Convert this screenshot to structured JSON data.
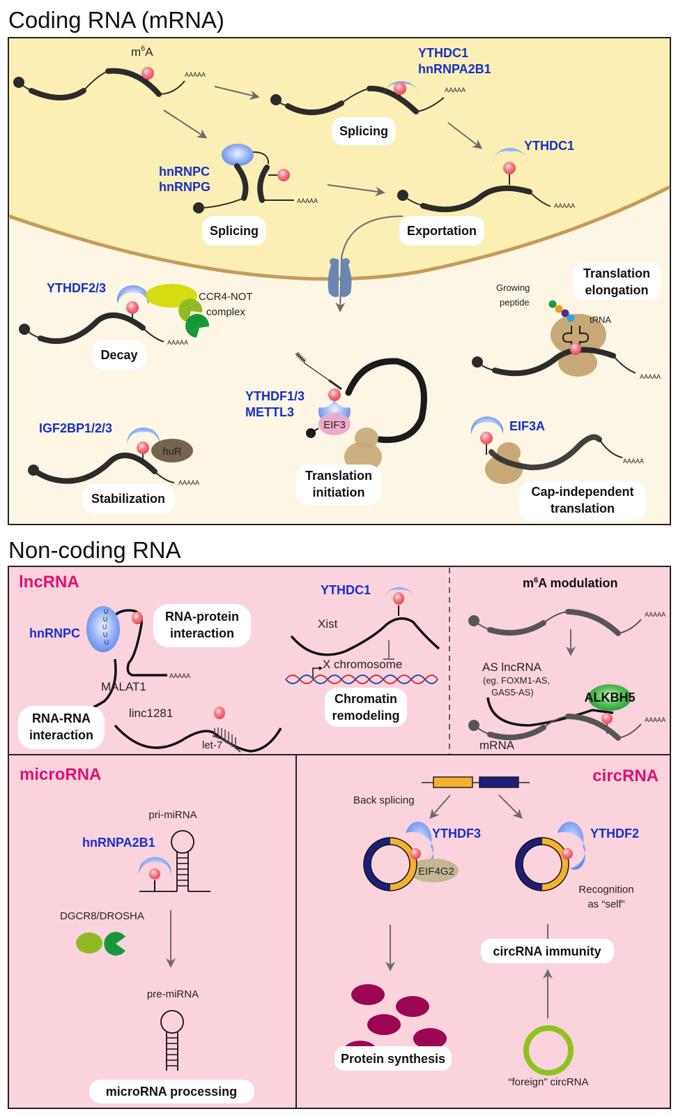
{
  "titles": {
    "coding": "Coding RNA (mRNA)",
    "noncoding": "Non-coding RNA"
  },
  "coding": {
    "m6a_label_m": "m",
    "m6a_label_sup": "6",
    "m6a_label_a": "A",
    "polyA": "AAAAA",
    "splicing1_proteins": [
      "YTHDC1",
      "hnRNPA2B1"
    ],
    "splicing1_label": "Splicing",
    "splicing2_proteins": [
      "hnRNPC",
      "hnRNPG"
    ],
    "splicing2_label": "Splicing",
    "export_protein": "YTHDC1",
    "export_label": "Exportation",
    "decay_protein": "YTHDF2/3",
    "decay_complex": [
      "CCR4-NOT",
      "complex"
    ],
    "decay_label": "Decay",
    "stab_protein": "IGF2BP1/2/3",
    "stab_partner": "huR",
    "stab_label": "Stabilization",
    "init_proteins": [
      "YTHDF1/3",
      "METTL3"
    ],
    "init_factor": "EIF3",
    "init_label": [
      "Translation",
      "initiation"
    ],
    "elong_peptide": [
      "Growing",
      "peptide"
    ],
    "elong_trna": "tRNA",
    "elong_label": [
      "Translation",
      "elongation"
    ],
    "capind_protein": "EIF3A",
    "capind_label": [
      "Cap-independent",
      "translation"
    ]
  },
  "lncrna": {
    "title": "lncRNA",
    "malat_protein": "hnRNPC",
    "malat_u": "U",
    "malat_name": "MALAT1",
    "rp_label": [
      "RNA-protein",
      "interaction"
    ],
    "xist_protein": "YTHDC1",
    "xist_name": "Xist",
    "xchrom": "X chromosome",
    "chromatin_label": [
      "Chromatin",
      "remodeling"
    ],
    "rr_label": [
      "RNA-RNA",
      "interaction"
    ],
    "linc_name": "linc1281",
    "let7": "let-7",
    "mod_title_m": "m",
    "mod_title_sup": "6",
    "mod_title_rest": "A modulation",
    "as_lnc": "AS lncRNA",
    "as_eg": [
      "(eg. FOXM1-AS,",
      "GAS5-AS)"
    ],
    "alkbh5": "ALKBH5",
    "mrna": "mRNA"
  },
  "microrna": {
    "title": "microRNA",
    "pri": "pri-miRNA",
    "protein": "hnRNPA2B1",
    "enzyme": "DGCR8/DROSHA",
    "pre": "pre-miRNA",
    "label": "microRNA processing"
  },
  "circrna": {
    "title": "circRNA",
    "back_splicing": "Back splicing",
    "left_protein": "YTHDF3",
    "left_factor": "EIF4G2",
    "right_protein": "YTHDF2",
    "recognition": [
      "Recognition",
      "as “self”"
    ],
    "immunity_label": "circRNA immunity",
    "protein_label": "Protein synthesis",
    "foreign": "“foreign” circRNA"
  },
  "colors": {
    "nucleus": "#fbefb5",
    "cytoplasm": "#fdf6e4",
    "pink_panel": "#fbd3dc",
    "protein_blue": "#1530c8",
    "section_magenta": "#e0106e",
    "m6a_red": "#f26b77",
    "exon_orange": "#f5b02e",
    "exon_navy": "#1b1f7a",
    "protein_maroon": "#9b0752",
    "foreign_green": "#8ec21f"
  }
}
